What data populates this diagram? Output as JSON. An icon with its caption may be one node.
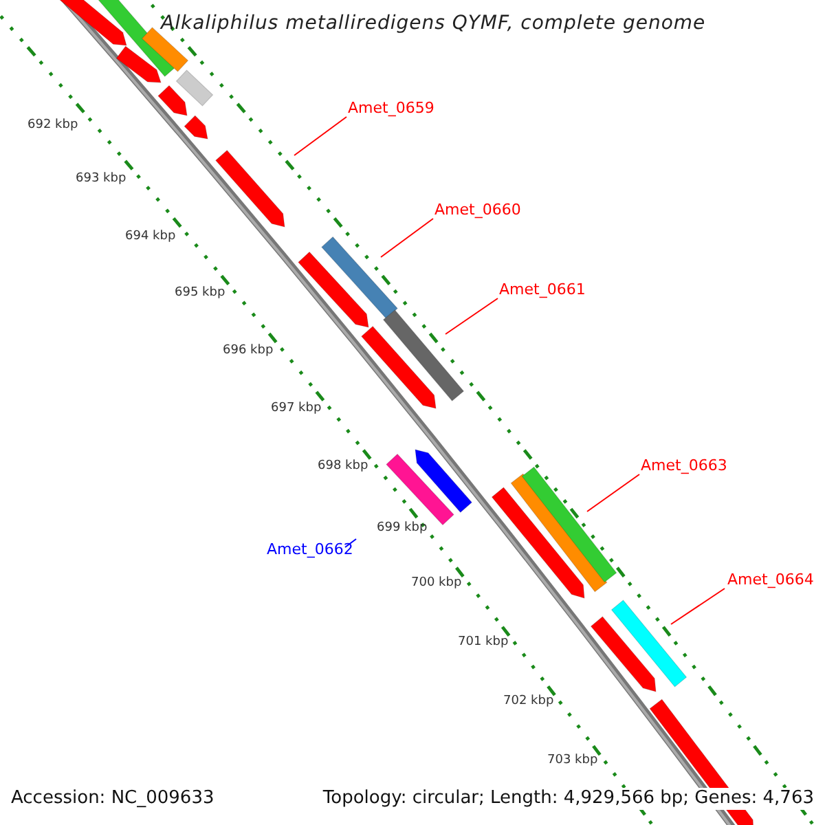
{
  "diagram": {
    "title": "Alkaliphilus metalliredigens QYMF, complete genome",
    "nodes": [
      {
        "text": [
          "Amet_0659"
        ]
      },
      {
        "text": [
          "Amet_0660"
        ]
      },
      {
        "text": [
          "Amet_0661"
        ]
      },
      {
        "text": [
          "Amet_0663"
        ]
      },
      {
        "text": [
          "Amet_0662"
        ]
      },
      {
        "text": [
          "Amet_0664"
        ]
      }
    ],
    "edges": [
      {
        "from": 0,
        "to": null,
        "arrow": "none"
      },
      {
        "from": 1,
        "to": null,
        "arrow": "none"
      },
      {
        "from": 2,
        "to": null,
        "arrow": "none"
      },
      {
        "from": 3,
        "to": null,
        "arrow": "none"
      },
      {
        "from": 4,
        "to": null,
        "arrow": "none",
        "color": "#0000ff"
      },
      {
        "from": 5,
        "to": null,
        "arrow": "none"
      }
    ],
    "labels": [
      "692 kbp",
      "693 kbp",
      "694 kbp",
      "695 kbp",
      "696 kbp",
      "697 kbp",
      "698 kbp",
      "699 kbp",
      "700 kbp",
      "701 kbp",
      "702 kbp",
      "703 kbp",
      "Accession: NC_009633",
      "Topology: circular; Length: 4,929,566 bp; Genes: 4,763"
    ]
  }
}
